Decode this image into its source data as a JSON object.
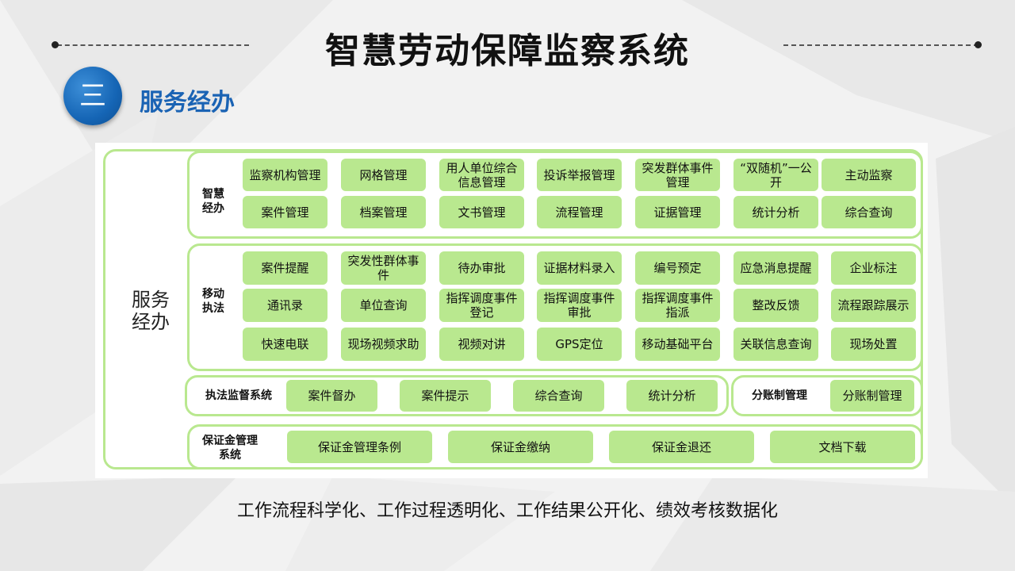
{
  "title": "智慧劳动保障监察系统",
  "section": {
    "number": "三",
    "heading": "服务经办"
  },
  "outer_label": "服务\n经办",
  "groups": {
    "smart": {
      "label": "智慧\n经办",
      "items": [
        "监察机构管理",
        "网格管理",
        "用人单位综合信息管理",
        "投诉举报管理",
        "突发群体事件管理",
        "“双随机”一公开",
        "主动监察",
        "案件管理",
        "档案管理",
        "文书管理",
        "流程管理",
        "证据管理",
        "统计分析",
        "综合查询"
      ]
    },
    "mobile": {
      "label": "移动\n执法",
      "items": [
        "案件提醒",
        "突发性群体事件",
        "待办审批",
        "证据材料录入",
        "编号预定",
        "应急消息提醒",
        "企业标注",
        "通讯录",
        "单位查询",
        "指挥调度事件登记",
        "指挥调度事件审批",
        "指挥调度事件指派",
        "整改反馈",
        "流程跟踪展示",
        "快速电联",
        "现场视频求助",
        "视频对讲",
        "GPS定位",
        "移动基础平台",
        "关联信息查询",
        "现场处置"
      ]
    },
    "supervise": {
      "label": "执法监督系统",
      "items": [
        "案件督办",
        "案件提示",
        "综合查询",
        "统计分析"
      ]
    },
    "account": {
      "label": "分账制管理",
      "items": [
        "分账制管理"
      ]
    },
    "deposit": {
      "label": "保证金管理\n系统",
      "items": [
        "保证金管理条例",
        "保证金缴纳",
        "保证金退还",
        "文档下载"
      ]
    }
  },
  "footer": "工作流程科学化、工作过程透明化、工作结果公开化、绩效考核数据化",
  "colors": {
    "accent": "#1a63b4",
    "cell": "#b9e88f",
    "border": "#b9e88f"
  }
}
